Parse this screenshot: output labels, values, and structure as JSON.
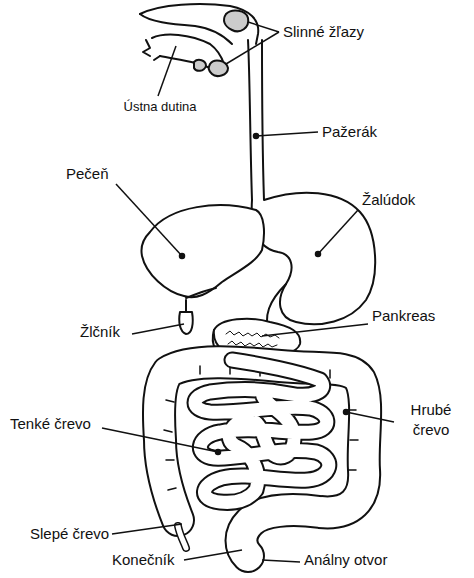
{
  "diagram": {
    "labels": [
      "Slinné žľazy",
      "Ústna dutina",
      "Pažerák",
      "Pečeň",
      "Žalúdok",
      "Žlčník",
      "Pankreas",
      "Tenké črevo",
      "Hrubé črevo",
      "Slepé črevo",
      "Konečník",
      "Análny otvor"
    ]
  }
}
